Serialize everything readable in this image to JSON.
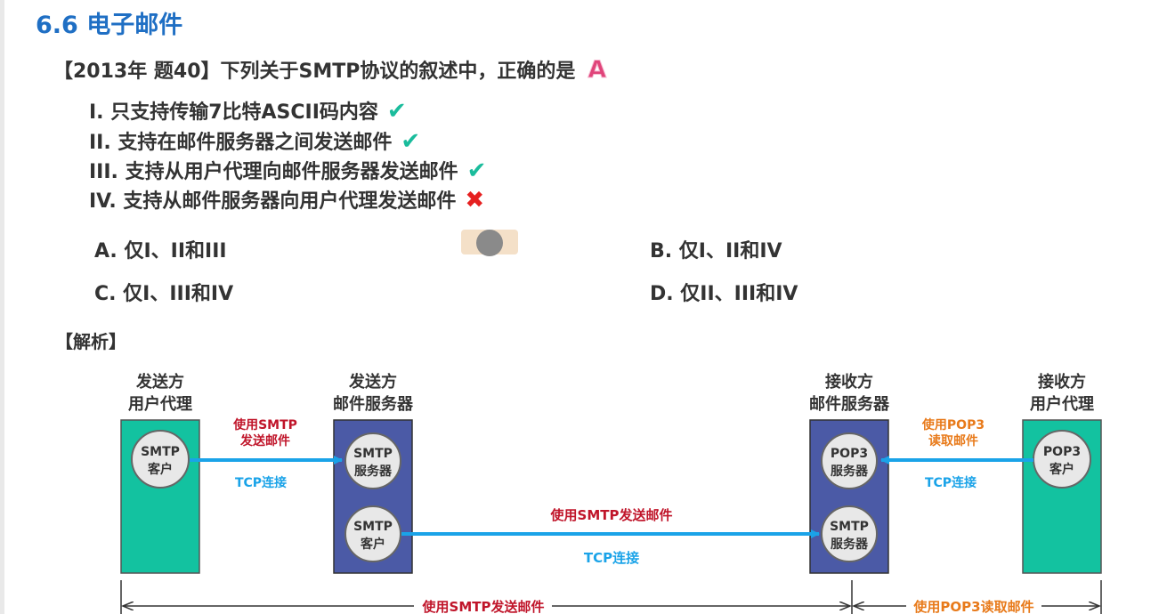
{
  "title": "6.6 电子邮件",
  "question": {
    "text": "【2013年 题40】下列关于SMTP协议的叙述中，正确的是",
    "answer": "A"
  },
  "statements": [
    {
      "text": "I.   只支持传输7比特ASCII码内容",
      "mark": "✔"
    },
    {
      "text": "II.  支持在邮件服务器之间发送邮件",
      "mark": "✔"
    },
    {
      "text": "III. 支持从用户代理向邮件服务器发送邮件",
      "mark": "✔"
    },
    {
      "text": "IV. 支持从邮件服务器向用户代理发送邮件",
      "mark": "✖"
    }
  ],
  "options": {
    "a": "A. 仅I、II和III",
    "b": "B. 仅I、II和IV",
    "c": "C. 仅I、III和IV",
    "d": "D. 仅II、III和IV"
  },
  "analysis_label": "【解析】",
  "diagram": {
    "colors": {
      "teal": "#13c2a0",
      "navy": "#4b5aa6",
      "arrow": "#1aa3e8",
      "red": "#c0152a",
      "orange": "#e87a1a",
      "blue_text": "#1aa3e8"
    },
    "sender_ua": {
      "line1": "发送方",
      "line2": "用户代理",
      "circle1": "SMTP",
      "circle2": "客户"
    },
    "sender_server": {
      "line1": "发送方",
      "line2": "邮件服务器",
      "c1_a": "SMTP",
      "c1_b": "服务器",
      "c2_a": "SMTP",
      "c2_b": "客户"
    },
    "receiver_server": {
      "line1": "接收方",
      "line2": "邮件服务器",
      "c1_a": "POP3",
      "c1_b": "服务器",
      "c2_a": "SMTP",
      "c2_b": "服务器"
    },
    "receiver_ua": {
      "line1": "接收方",
      "line2": "用户代理",
      "circle1": "POP3",
      "circle2": "客户"
    },
    "arrow1": {
      "top1": "使用SMTP",
      "top2": "发送邮件",
      "bottom": "TCP连接"
    },
    "arrow2": {
      "top": "使用SMTP发送邮件",
      "bottom": "TCP连接"
    },
    "arrow3": {
      "top1": "使用POP3",
      "top2": "读取邮件",
      "bottom": "TCP连接"
    },
    "span1": "使用SMTP发送邮件",
    "span2": "使用POP3读取邮件"
  }
}
